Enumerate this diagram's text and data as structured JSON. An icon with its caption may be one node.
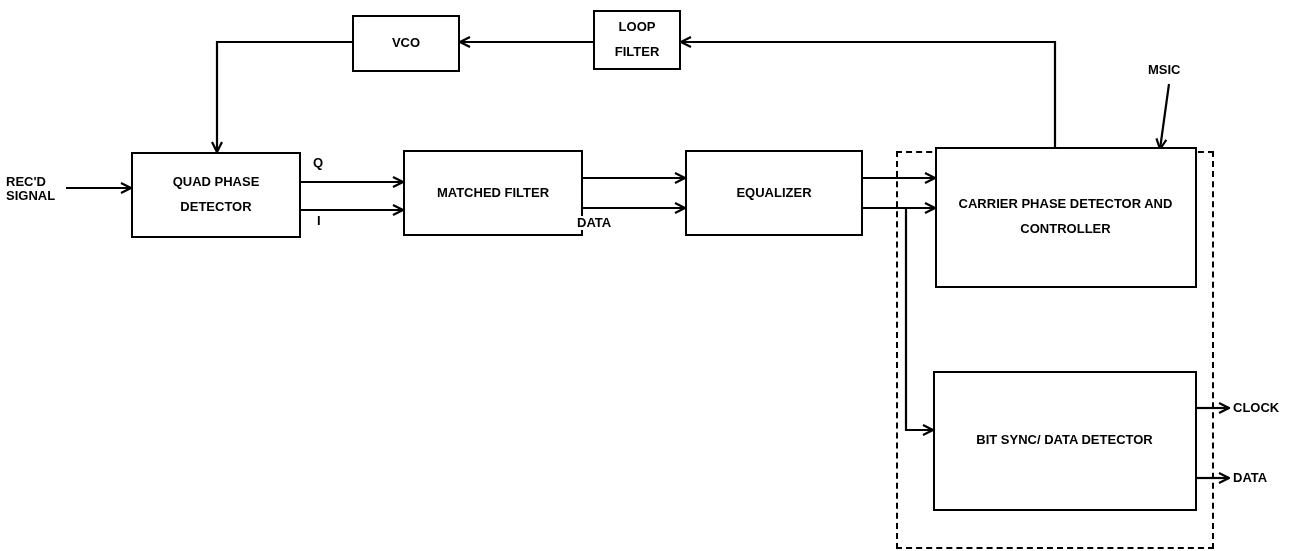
{
  "diagram": {
    "nodes": [
      {
        "text": [
          "REC'D SIGNAL"
        ]
      },
      {
        "text": [
          "QUAD PHASE DETECTOR"
        ]
      },
      {
        "text": [
          "MATCHED FILTER"
        ]
      },
      {
        "text": [
          "EQUALIZER"
        ]
      },
      {
        "text": [
          "VCO"
        ]
      },
      {
        "text": [
          "LOOP FILTER"
        ]
      },
      {
        "text": [],
        "shape": "box"
      },
      {
        "text": [
          "CARRIER PHASE DETECTOR AND CONTROLLER"
        ],
        "in": 6
      },
      {
        "text": [
          "BIT SYNC/ DATA DETECTOR"
        ],
        "in": 6
      },
      {
        "text": [
          "MSIC"
        ]
      },
      {
        "text": [
          "CLOCK"
        ]
      },
      {
        "text": [
          "DATA"
        ]
      }
    ],
    "edges": [
      {
        "from": 0,
        "to": 1,
        "arrow": "to"
      },
      {
        "from": 1,
        "to": 2,
        "arrow": "to",
        "label": "Q"
      },
      {
        "from": 1,
        "to": 2,
        "arrow": "to",
        "label": "I"
      },
      {
        "from": 2,
        "to": 3,
        "arrow": "to"
      },
      {
        "from": 2,
        "to": 3,
        "arrow": "to",
        "label": "DATA"
      },
      {
        "from": 3,
        "to": 7,
        "arrow": "to"
      },
      {
        "from": 3,
        "to": 7,
        "arrow": "to"
      },
      {
        "from": 3,
        "to": 8,
        "arrow": "to"
      },
      {
        "from": 7,
        "to": 5,
        "arrow": "to"
      },
      {
        "from": 5,
        "to": 4,
        "arrow": "to"
      },
      {
        "from": 4,
        "to": 1,
        "arrow": "to"
      },
      {
        "from": 9,
        "to": 6,
        "arrow": "to"
      },
      {
        "from": 8,
        "to": 10,
        "arrow": "to"
      },
      {
        "from": 8,
        "to": 11,
        "arrow": "to"
      }
    ]
  }
}
